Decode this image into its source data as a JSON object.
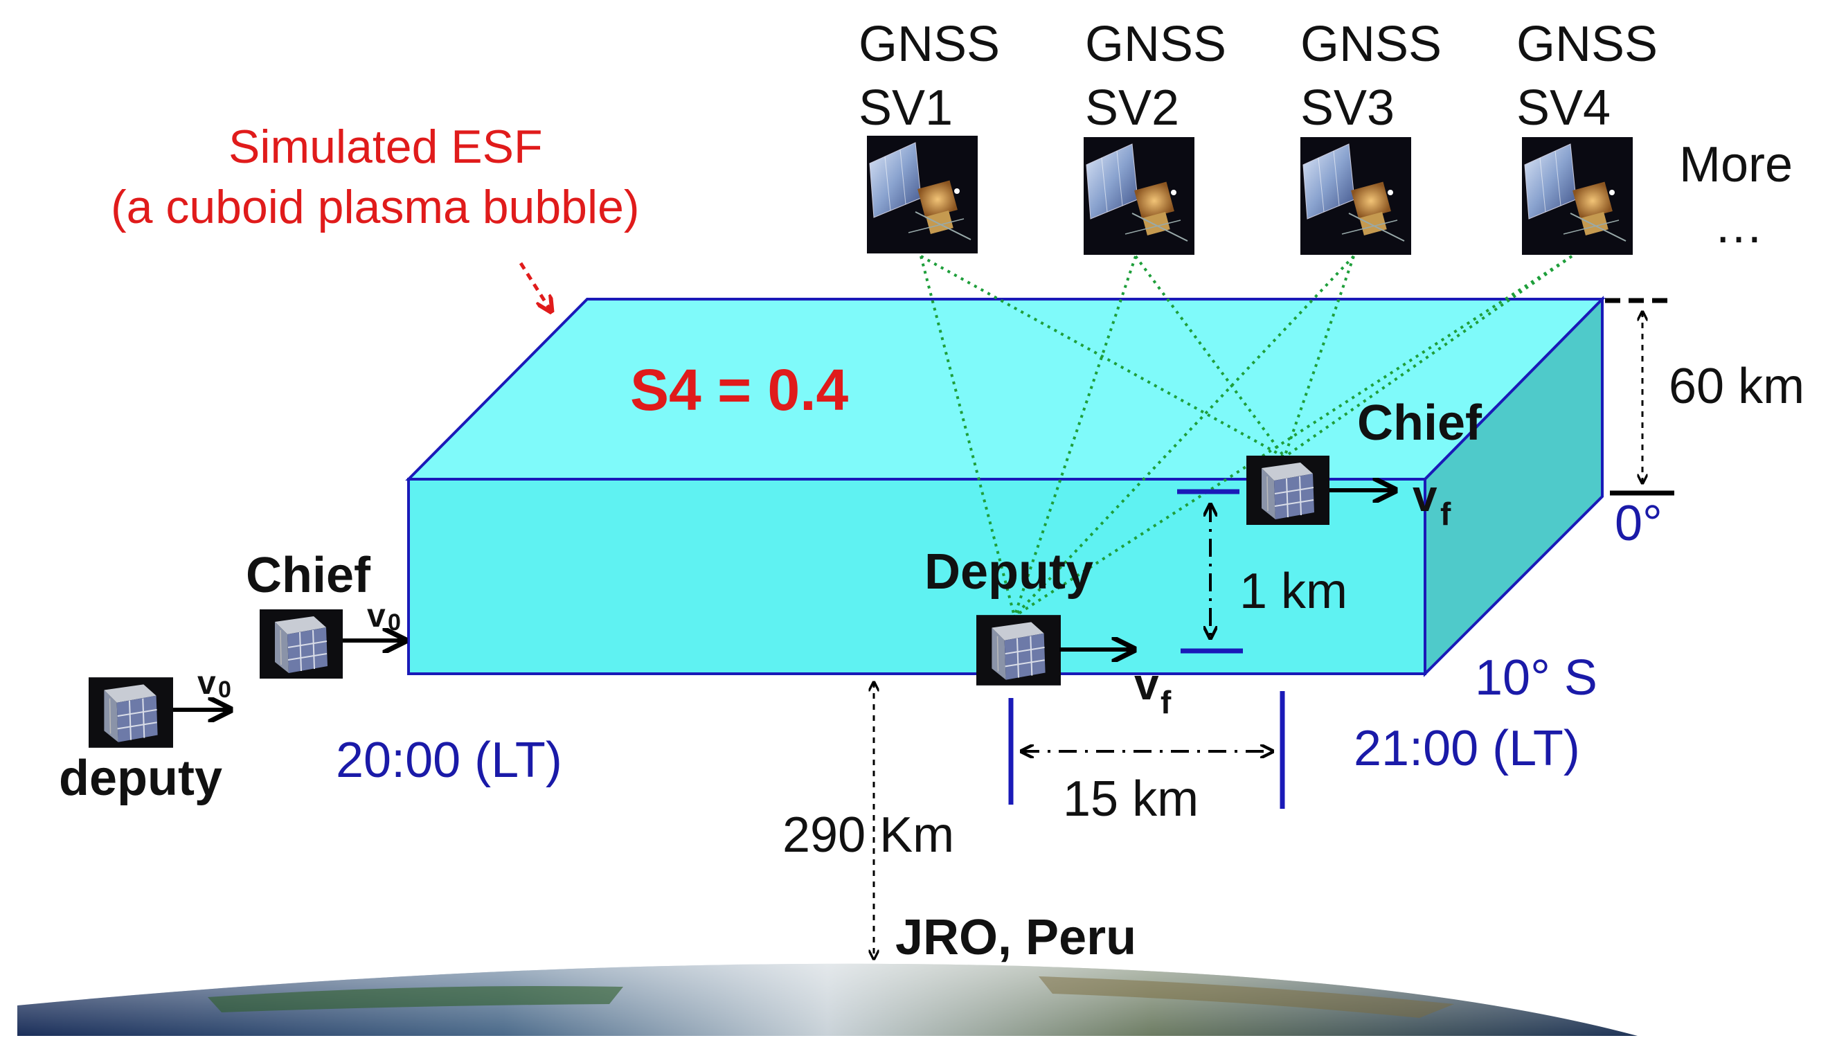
{
  "colors": {
    "bubble_front": "#5ff2f2",
    "bubble_top": "#7ffafa",
    "bubble_side": "#4fcaca",
    "bubble_edge": "#1a1ab8",
    "los_lines": "#1e9e3a",
    "red_label": "#e01b1b",
    "blue_label": "#1a1aa8"
  },
  "esf": {
    "title_line1": "Simulated ESF",
    "title_line2": "(a cuboid plasma bubble)",
    "s4": "S4 = 0.4"
  },
  "satellites": [
    {
      "line1": "GNSS",
      "line2": "SV1"
    },
    {
      "line1": "GNSS",
      "line2": "SV2"
    },
    {
      "line1": "GNSS",
      "line2": "SV3"
    },
    {
      "line1": "GNSS",
      "line2": "SV4"
    }
  ],
  "more": {
    "line1": "More",
    "line2": "…"
  },
  "initial": {
    "chief": "Chief",
    "deputy": "deputy",
    "v_initial": "v",
    "v_initial_sub": "0",
    "time": "20:00 (LT)"
  },
  "final": {
    "chief": "Chief",
    "deputy": "Deputy",
    "v_final": "v",
    "v_final_sub": "f",
    "time": "21:00 (LT)"
  },
  "dimensions": {
    "height": "60 km",
    "vertical_sep": "1 km",
    "horizontal_sep": "15 km",
    "altitude": "290 Km"
  },
  "latitudes": {
    "north": "0°",
    "south": "10° S"
  },
  "ground_station": "JRO, Peru",
  "icons": [
    "gnss-satellite-icon",
    "cubesat-icon",
    "earth-horizon-icon"
  ]
}
